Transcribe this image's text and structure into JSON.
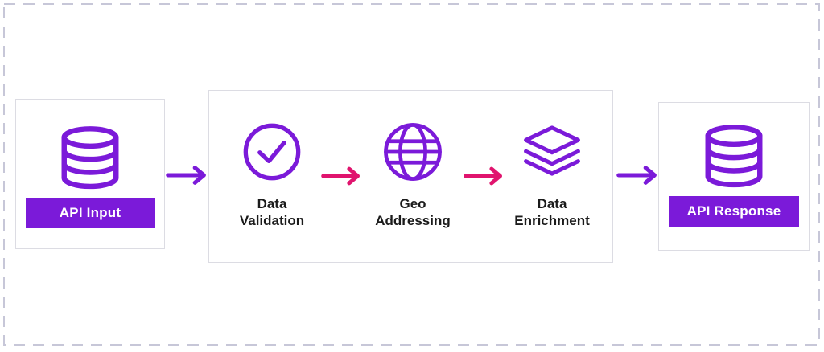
{
  "colors": {
    "purple": "#7B1AD9",
    "pink": "#E0146E",
    "text": "#1B1B1B",
    "box_border": "#DCDCE3",
    "dashed_border": "#C7C7D8",
    "label_text": "#FFFFFF",
    "background": "#FFFFFF"
  },
  "nodes": {
    "input": {
      "label": "API Input",
      "icon": "database-icon"
    },
    "response": {
      "label": "API Response",
      "icon": "database-icon"
    }
  },
  "process": {
    "steps": [
      {
        "line1": "Data",
        "line2": "Validation",
        "icon": "check-circle-icon"
      },
      {
        "line1": "Geo",
        "line2": "Addressing",
        "icon": "globe-icon"
      },
      {
        "line1": "Data",
        "line2": "Enrichment",
        "icon": "layers-icon"
      }
    ]
  },
  "arrows": [
    {
      "from": "API Input",
      "to": "process",
      "color": "purple"
    },
    {
      "from": "Data Validation",
      "to": "Geo Addressing",
      "color": "pink"
    },
    {
      "from": "Geo Addressing",
      "to": "Data Enrichment",
      "color": "pink"
    },
    {
      "from": "process",
      "to": "API Response",
      "color": "purple"
    }
  ]
}
